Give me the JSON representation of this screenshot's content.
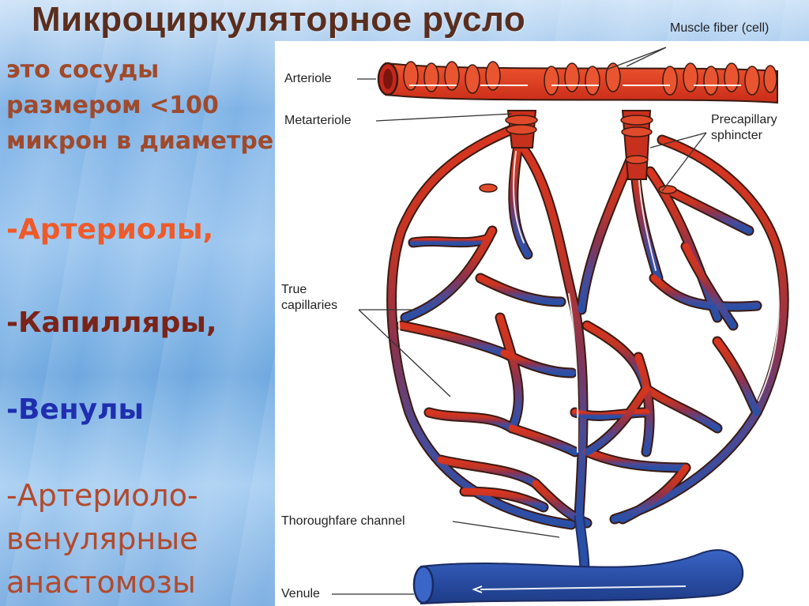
{
  "slide": {
    "title": "Микроциркуляторное русло",
    "intro_lines": [
      "это сосуды",
      "размером  <100",
      "микрон в диаметре"
    ],
    "items": [
      {
        "text": "-Артериолы,",
        "color": "#ee5a2a"
      },
      {
        "text": "-Капилляры,",
        "color": "#7a2318"
      },
      {
        "text": "-Венулы",
        "color": "#1f2fb0"
      },
      {
        "lines": [
          "-Артериоло-",
          "венулярные",
          "анастомозы"
        ],
        "color": "#b24a2d"
      }
    ]
  },
  "diagram": {
    "labels": {
      "muscle_fiber": "Muscle fiber (cell)",
      "arteriole": "Arteriole",
      "metarteriole": "Metarteriole",
      "precapillary_line1": "Precapillary",
      "precapillary_line2": "sphincter",
      "true_line1": "True",
      "true_line2": "capillaries",
      "thoroughfare": "Thoroughfare channel",
      "venule": "Venule"
    },
    "colors": {
      "artery": "#d8351f",
      "capillary_mid": "#8a3350",
      "vein": "#2a4fa6",
      "outline": "#3a1a12"
    }
  }
}
